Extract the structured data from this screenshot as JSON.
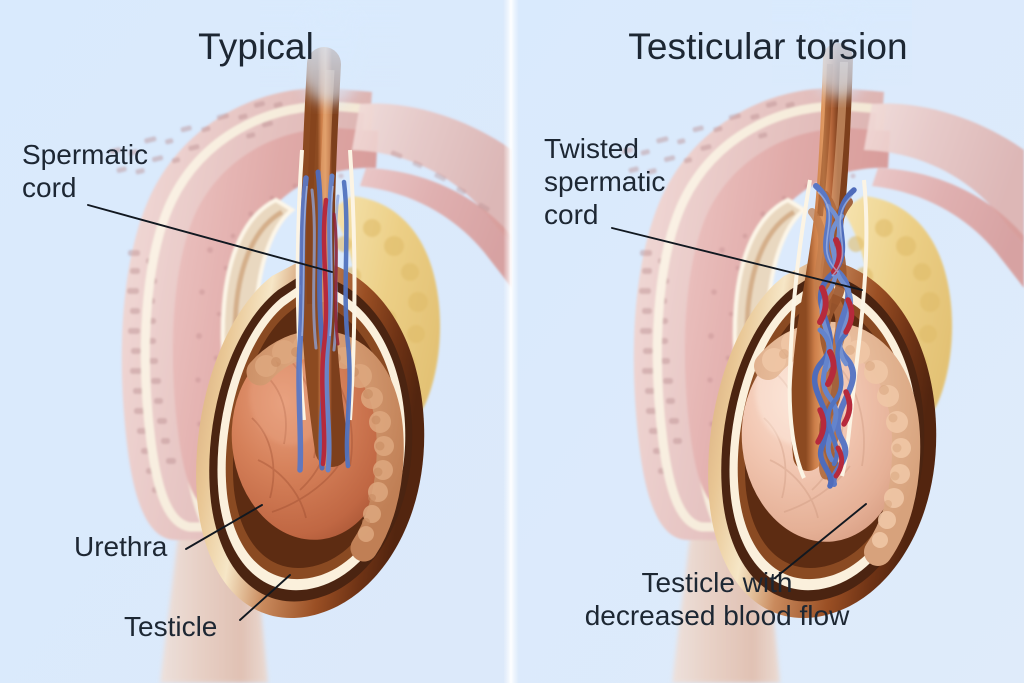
{
  "figure": {
    "kind": "medical-illustration",
    "subject": "Comparison of normal testicle anatomy and testicular torsion",
    "background_color": "#d6e8fd",
    "text_color": "#1d2733"
  },
  "panels": [
    {
      "id": "typical",
      "title": "Typical",
      "labels": [
        {
          "id": "spermatic-cord",
          "text": "Spermatic\ncord"
        },
        {
          "id": "urethra",
          "text": "Urethra"
        },
        {
          "id": "testicle",
          "text": "Testicle"
        }
      ]
    },
    {
      "id": "testicular-torsion",
      "title": "Testicular torsion",
      "labels": [
        {
          "id": "twisted-spermatic-cord",
          "text": "Twisted\nspermatic\ncord"
        },
        {
          "id": "testicle-decreased-blood-flow",
          "text": "Testicle with\ndecreased blood flow"
        }
      ]
    }
  ],
  "colors": {
    "background": "#d6e8fd",
    "text": "#1d2733",
    "divider": "#ffffff",
    "skin_outer": "#eabfa8",
    "tissue_pink": "#e3b3b4",
    "tissue_pale": "#e9d3d2",
    "fat_yellow": "#efd79a",
    "cord_brown": "#b06a3e",
    "vein_blue": "#5b78c4",
    "artery_red": "#b62a3c",
    "testicle_normal": "#cf7253",
    "testicle_ischemic": "#edbba6",
    "epididymis": "#d59a74",
    "tunica_dark": "#6b3418",
    "tunica_gold": "#e7c38c"
  }
}
